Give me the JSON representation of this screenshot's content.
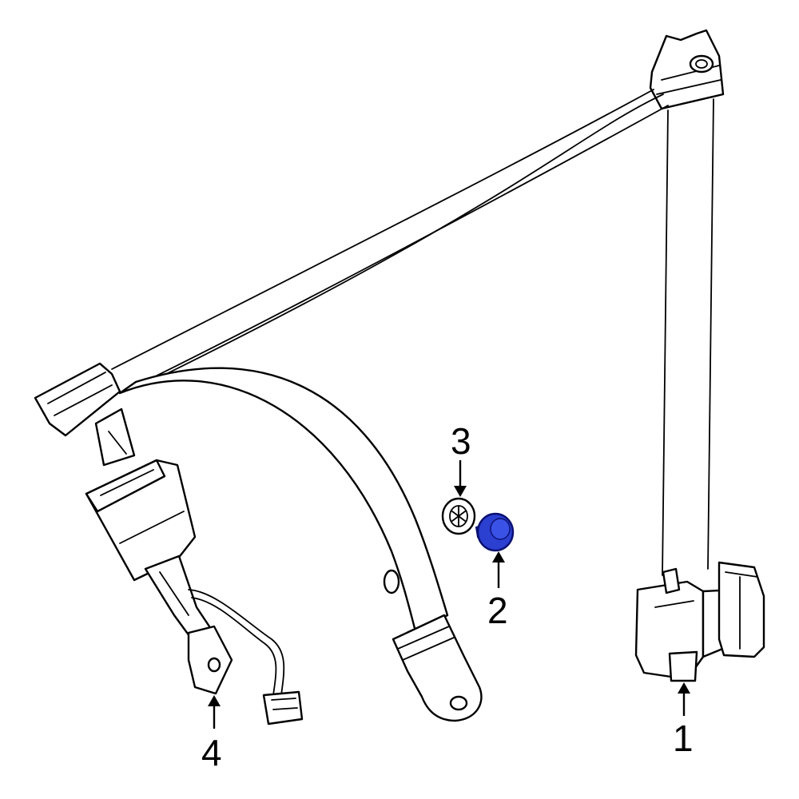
{
  "callouts": {
    "part_1": "1",
    "part_2": "2",
    "part_3": "3",
    "part_4": "4"
  },
  "colors": {
    "line": "#000000",
    "background": "#ffffff",
    "highlight_fill": "#2b3fd1",
    "highlight_stroke": "#0a1070"
  }
}
